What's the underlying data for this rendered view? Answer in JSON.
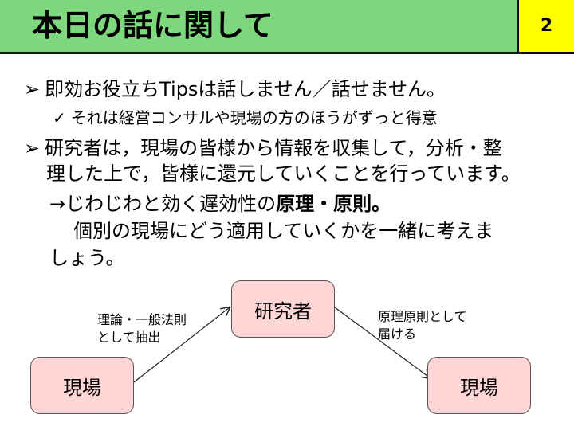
{
  "slide": {
    "title": "本日の話に関して",
    "page_number": "2"
  },
  "bullets": {
    "b1": "即効お役立ちTipsは話しません／話せません。",
    "b1_sub": "それは経営コンサルや現場の方のほうがずっと得意",
    "b2_line1": "研究者は，現場の皆様から情報を収集して，分析・整",
    "b2_line2": "理した上で，皆様に還元していくことを行っています。",
    "b2_arrow_text_a": "→じわじわと効く遅効性の",
    "b2_arrow_text_b": "原理・原則。",
    "b2_line4": "個別の現場にどう適用していくかを一緒に考えま",
    "b2_line5": "しょう。"
  },
  "diagram": {
    "researcher": "研究者",
    "field_left": "現場",
    "field_right": "現場",
    "label_left_1": "理論・一般法則",
    "label_left_2": "として抽出",
    "label_right_1": "原理原則として",
    "label_right_2": "届ける"
  },
  "colors": {
    "title_bg": "#7dd87d",
    "page_bg": "#ffff00",
    "box_bg": "#ffd6d6"
  }
}
